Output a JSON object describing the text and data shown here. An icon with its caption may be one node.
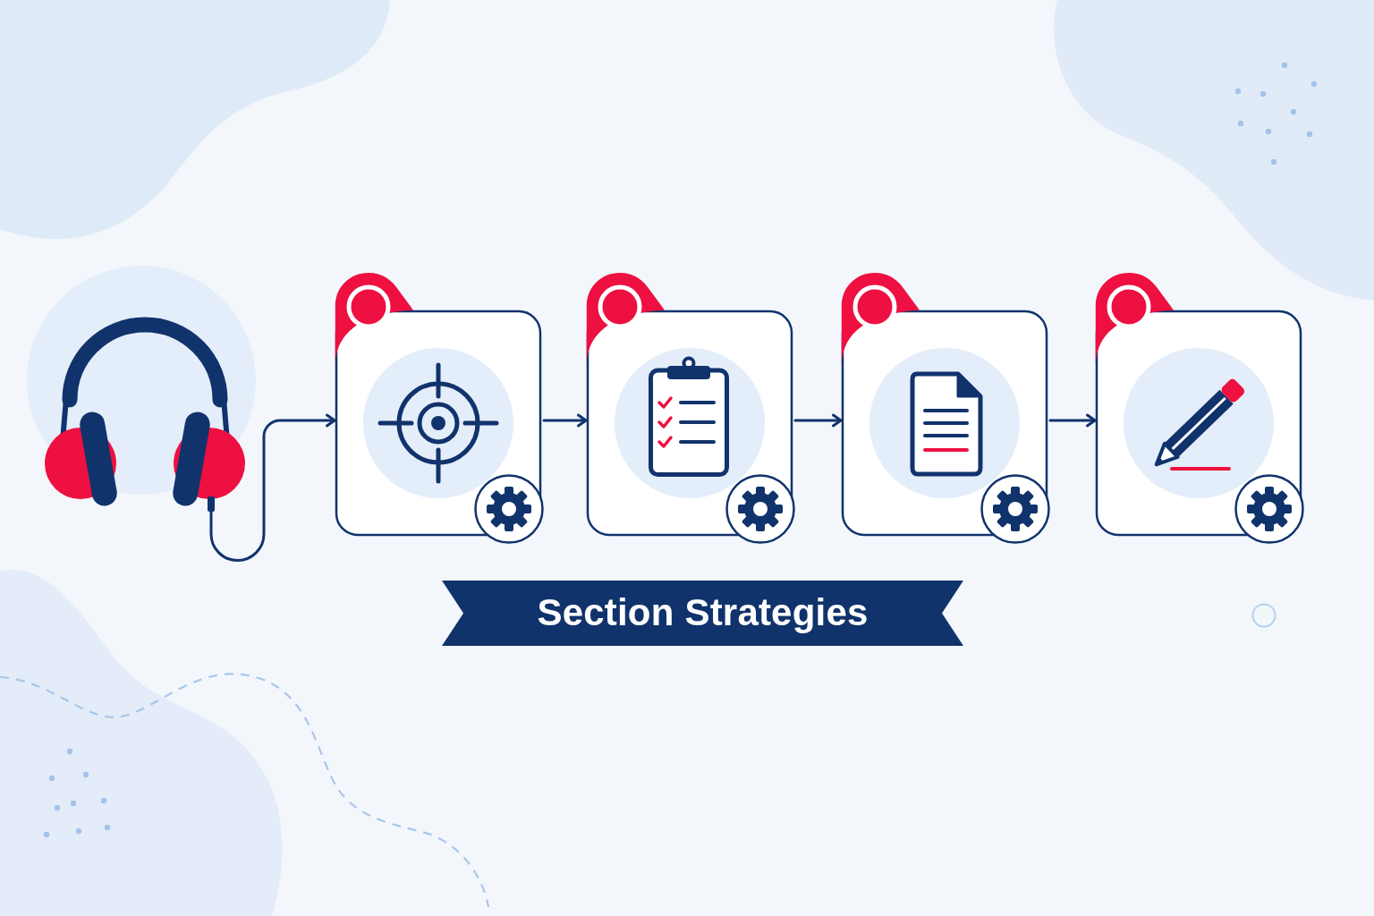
{
  "diagram": {
    "title": "Section Strategies",
    "nodes": [
      {
        "text": [],
        "shape": "picture"
      },
      {
        "text": [],
        "shape": "box"
      },
      {
        "text": [],
        "shape": "box"
      },
      {
        "text": [],
        "shape": "box"
      },
      {
        "text": [],
        "shape": "box"
      }
    ],
    "edges": [
      {
        "from": 0,
        "to": 1,
        "arrow": "to"
      },
      {
        "from": 1,
        "to": 2,
        "arrow": "to"
      },
      {
        "from": 2,
        "to": 3,
        "arrow": "to"
      },
      {
        "from": 3,
        "to": 4,
        "arrow": "to"
      }
    ]
  }
}
